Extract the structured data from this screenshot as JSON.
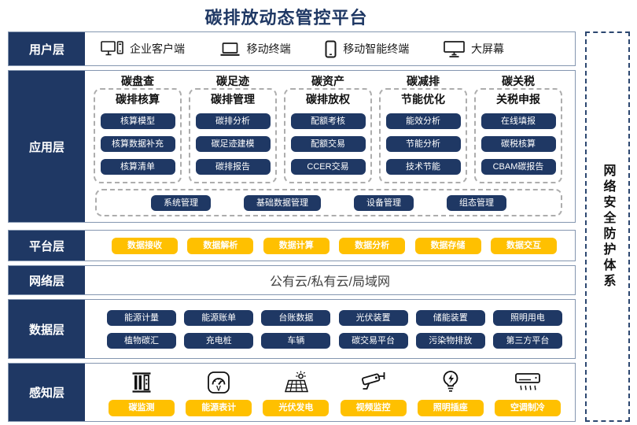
{
  "title": "碳排放动态管控平台",
  "security": {
    "label": "网络安全防护体系"
  },
  "user_layer": {
    "label": "用户层",
    "items": [
      {
        "icon": "desktop-client-icon",
        "label": "企业客户端"
      },
      {
        "icon": "laptop-icon",
        "label": "移动终端"
      },
      {
        "icon": "smartphone-icon",
        "label": "移动智能终端"
      },
      {
        "icon": "big-screen-icon",
        "label": "大屏幕"
      }
    ]
  },
  "app_layer": {
    "label": "应用层",
    "groups": [
      {
        "category": "碳盘查",
        "title": "碳排核算",
        "items": [
          "核算模型",
          "核算数据补充",
          "核算清单"
        ]
      },
      {
        "category": "碳足迹",
        "title": "碳排管理",
        "items": [
          "碳排分析",
          "碳足迹建模",
          "碳排报告"
        ]
      },
      {
        "category": "碳资产",
        "title": "碳排放权",
        "items": [
          "配额考核",
          "配额交易",
          "CCER交易"
        ]
      },
      {
        "category": "碳减排",
        "title": "节能优化",
        "items": [
          "能效分析",
          "节能分析",
          "技术节能"
        ]
      },
      {
        "category": "碳关税",
        "title": "关税申报",
        "items": [
          "在线填报",
          "碳税核算",
          "CBAM碳报告"
        ]
      }
    ],
    "common_items": [
      "系统管理",
      "基础数据管理",
      "设备管理",
      "组态管理"
    ]
  },
  "platform_layer": {
    "label": "平台层",
    "items": [
      "数据接收",
      "数据解析",
      "数据计算",
      "数据分析",
      "数据存储",
      "数据交互"
    ]
  },
  "network_layer": {
    "label": "网络层",
    "text": "公有云/私有云/局域网"
  },
  "data_layer": {
    "label": "数据层",
    "row1": [
      "能源计量",
      "能源账单",
      "台账数据",
      "光伏装置",
      "储能装置",
      "照明用电"
    ],
    "row2": [
      "植物碳汇",
      "充电桩",
      "车辆",
      "碳交易平台",
      "污染物排放",
      "第三方平台"
    ]
  },
  "perception_layer": {
    "label": "感知层",
    "items": [
      {
        "icon": "carbon-monitor-icon",
        "label": "碳监测"
      },
      {
        "icon": "energy-meter-icon",
        "label": "能源表计"
      },
      {
        "icon": "solar-power-icon",
        "label": "光伏发电"
      },
      {
        "icon": "cctv-camera-icon",
        "label": "视频监控"
      },
      {
        "icon": "light-bulb-icon",
        "label": "照明插座"
      },
      {
        "icon": "air-conditioner-icon",
        "label": "空调制冷"
      }
    ]
  },
  "colors": {
    "navy": "#1F3864",
    "yellow": "#FFC000",
    "border": "#8496B0",
    "security_border": "#2C4770"
  }
}
